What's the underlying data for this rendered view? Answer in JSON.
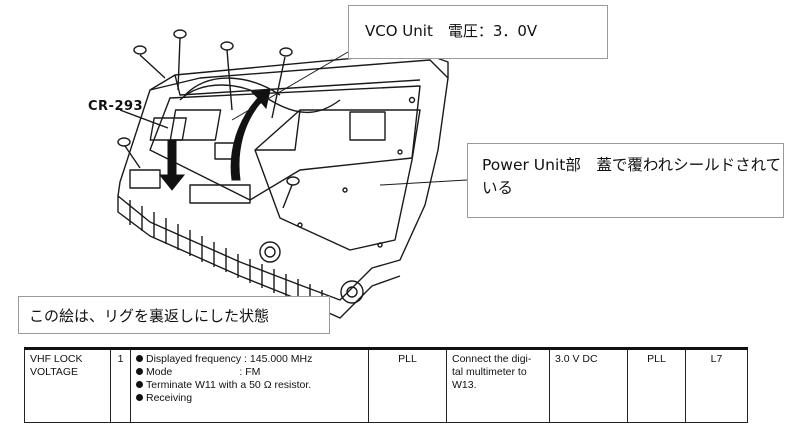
{
  "labels": {
    "part_label": "CR-293",
    "vco_callout": "VCO Unit　電圧：3．0V",
    "power_callout": "Power Unit部　蓋で覆われシールドされている",
    "orientation_callout": "この絵は、リグを裏返しにした状態"
  },
  "table": {
    "row": {
      "item": "VHF LOCK VOLTAGE",
      "item_line1": "VHF LOCK",
      "item_line2": "VOLTAGE",
      "step": "1",
      "conditions": [
        "Displayed frequency : 145.000 MHz",
        "Mode                       : FM",
        "Terminate W11 with a 50 Ω resistor.",
        "Receiving"
      ],
      "unit": "PLL",
      "measurement": "Connect the digital multimeter to W13.",
      "measurement_line1": "Connect the digi-",
      "measurement_line2": "tal multimeter to",
      "measurement_line3": "W13.",
      "value": "3.0 V DC",
      "adjust_unit": "PLL",
      "adjust_part": "L7"
    }
  },
  "colors": {
    "line": "#1a1a1a",
    "callout_border": "#9a9a9a",
    "background": "#ffffff"
  }
}
